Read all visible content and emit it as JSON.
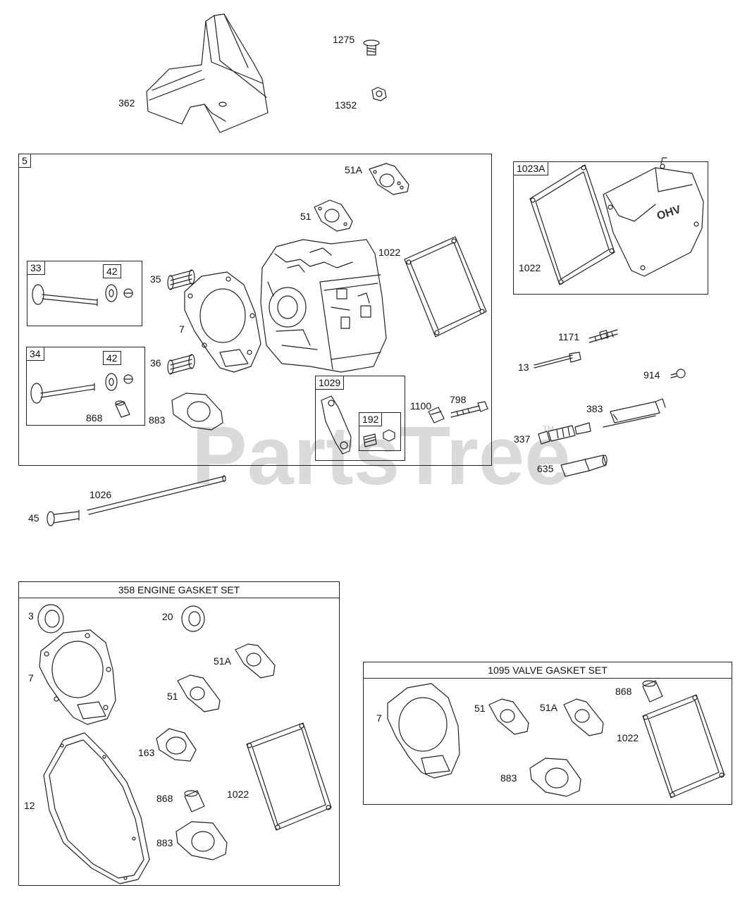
{
  "watermark": {
    "text": "PartsTree",
    "tm": "TM"
  },
  "top_parts": {
    "p362": "362",
    "p1275": "1275",
    "p1352": "1352"
  },
  "box5": {
    "tag": "5",
    "labels": {
      "p51A": "51A",
      "p51": "51",
      "p1022": "1022",
      "p35": "35",
      "p7": "7",
      "p36": "36",
      "p883": "883"
    },
    "box33": {
      "tag": "33",
      "sub": "42"
    },
    "box34": {
      "tag": "34",
      "sub": "42",
      "p868": "868"
    },
    "box1029": {
      "tag": "1029",
      "sub": "192"
    }
  },
  "box1023A": {
    "tag": "1023A",
    "p1022": "1022"
  },
  "right_parts": {
    "p1171": "1171",
    "p13": "13",
    "p914": "914",
    "p1100": "1100",
    "p798": "798",
    "p383": "383",
    "p337": "337",
    "p635": "635"
  },
  "lower_parts": {
    "p1026": "1026",
    "p45": "45"
  },
  "engine_set": {
    "title": "358 ENGINE GASKET SET",
    "labels": {
      "p3": "3",
      "p20": "20",
      "p51A": "51A",
      "p7": "7",
      "p51": "51",
      "p163": "163",
      "p1022": "1022",
      "p12": "12",
      "p868": "868",
      "p883": "883"
    }
  },
  "valve_set": {
    "title": "1095 VALVE GASKET SET",
    "labels": {
      "p7": "7",
      "p51": "51",
      "p51A": "51A",
      "p868": "868",
      "p1022": "1022",
      "p883": "883"
    }
  }
}
